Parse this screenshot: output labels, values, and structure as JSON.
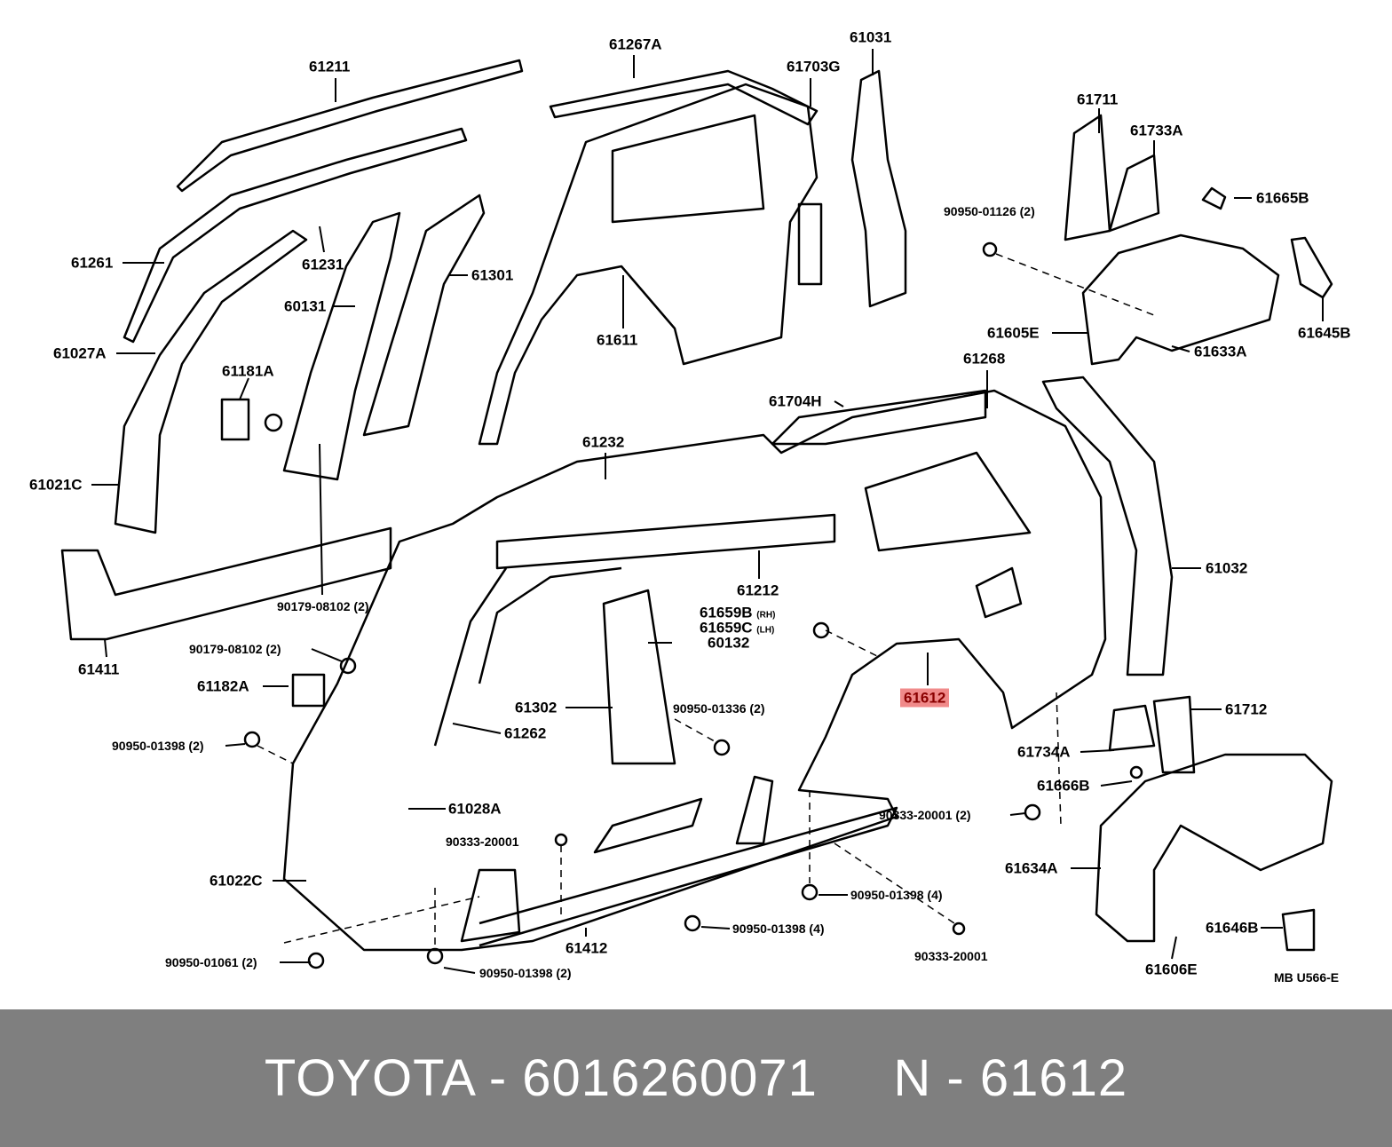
{
  "labels": {
    "p61211": "61211",
    "p61267A": "61267A",
    "p61703G": "61703G",
    "p61031": "61031",
    "p61711": "61711",
    "p61733A": "61733A",
    "p90950_01126": "90950-01126 (2)",
    "p61665B": "61665B",
    "p61261": "61261",
    "p61231": "61231",
    "p61301": "61301",
    "p60131": "60131",
    "p61611": "61611",
    "p61605E": "61605E",
    "p61633A": "61633A",
    "p61645B": "61645B",
    "p61027A": "61027A",
    "p61181A": "61181A",
    "p61268": "61268",
    "p61704H": "61704H",
    "p61232": "61232",
    "p61021C": "61021C",
    "p61032": "61032",
    "p61212": "61212",
    "p90179_a": "90179-08102 (2)",
    "p61659B": "61659B",
    "p61659B_side": "(RH)",
    "p61659C": "61659C",
    "p61659C_side": "(LH)",
    "p60132": "60132",
    "p90179_b": "90179-08102 (2)",
    "p61411": "61411",
    "p61182A": "61182A",
    "p61612": "61612",
    "p61302": "61302",
    "p90950_01336": "90950-01336 (2)",
    "p61712": "61712",
    "p90950_01398_a": "90950-01398 (2)",
    "p61262": "61262",
    "p61734A": "61734A",
    "p61666B": "61666B",
    "p61028A": "61028A",
    "p90333_a": "90333-20001 (2)",
    "p90333_b": "90333-20001",
    "p61634A": "61634A",
    "p61022C": "61022C",
    "p90950_01398_b": "90950-01398 (4)",
    "p90950_01398_c": "90950-01398 (4)",
    "p61412": "61412",
    "p61646B": "61646B",
    "p90333_c": "90333-20001",
    "p90950_01061": "90950-01061 (2)",
    "p90950_01398_d": "90950-01398 (2)",
    "p61606E": "61606E",
    "diagram_code": "MB U566-E"
  },
  "highlight_color": "#f08a8a",
  "footer": {
    "text": "TOYOTA - 6016260071     N - 61612"
  }
}
